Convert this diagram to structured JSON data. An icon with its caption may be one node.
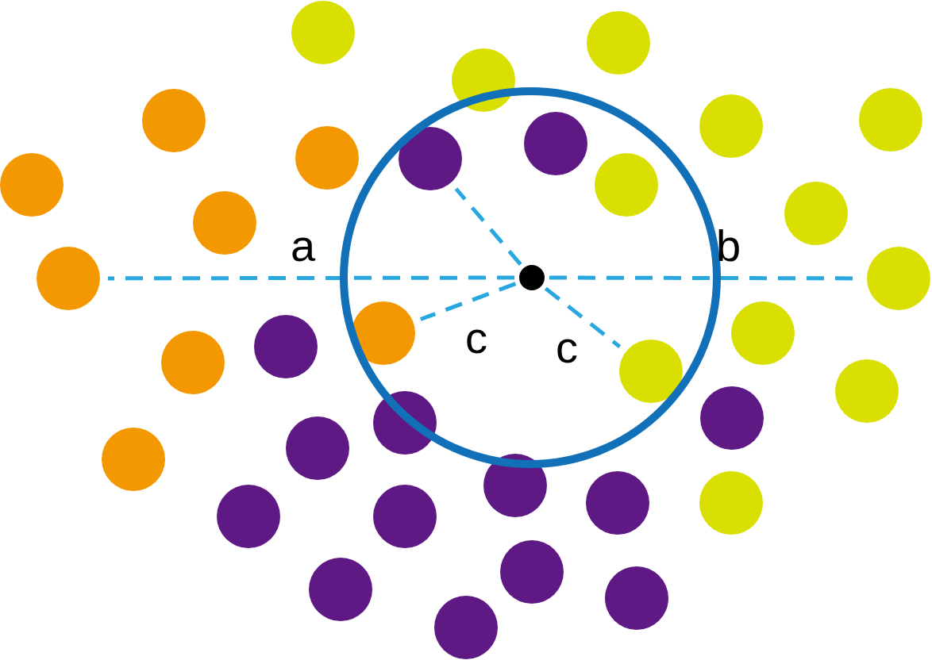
{
  "diagram": {
    "nodes": [
      {
        "text": [],
        "shape": "circle"
      },
      {
        "text": [],
        "shape": "circle"
      },
      {
        "text": [],
        "shape": "circle"
      },
      {
        "text": [],
        "shape": "circle"
      },
      {
        "text": [],
        "shape": "circle"
      },
      {
        "text": [],
        "shape": "circle"
      },
      {
        "text": [],
        "shape": "circle"
      },
      {
        "text": [],
        "shape": "circle"
      },
      {
        "text": [],
        "shape": "circle"
      },
      {
        "text": [],
        "shape": "circle"
      },
      {
        "text": [],
        "shape": "circle"
      },
      {
        "text": [],
        "shape": "circle"
      },
      {
        "text": [],
        "shape": "circle"
      },
      {
        "text": [],
        "shape": "circle"
      },
      {
        "text": [],
        "shape": "circle"
      },
      {
        "text": [],
        "shape": "circle"
      },
      {
        "text": [],
        "shape": "circle"
      },
      {
        "text": [],
        "shape": "circle"
      },
      {
        "text": [],
        "shape": "circle"
      },
      {
        "text": [],
        "shape": "circle"
      },
      {
        "text": [],
        "shape": "circle"
      },
      {
        "text": [],
        "shape": "circle"
      },
      {
        "text": [],
        "shape": "circle"
      },
      {
        "text": [],
        "shape": "circle"
      },
      {
        "text": [],
        "shape": "circle"
      },
      {
        "text": [],
        "shape": "circle"
      },
      {
        "text": [],
        "shape": "circle"
      },
      {
        "text": [],
        "shape": "circle"
      },
      {
        "text": [],
        "shape": "circle"
      },
      {
        "text": [],
        "shape": "circle"
      },
      {
        "text": [],
        "shape": "circle"
      },
      {
        "text": [],
        "shape": "circle"
      },
      {
        "text": [],
        "shape": "circle"
      },
      {
        "text": [],
        "shape": "circle"
      },
      {
        "text": [],
        "shape": "circle"
      }
    ],
    "edges": [
      {
        "from": 14,
        "to": 13,
        "arrow": "none",
        "style": "dashed",
        "label": "a"
      },
      {
        "from": 14,
        "to": 15,
        "arrow": "none",
        "style": "dashed",
        "label": "b"
      },
      {
        "from": 14,
        "to": 16,
        "arrow": "none",
        "style": "dashed",
        "label": "c"
      },
      {
        "from": 14,
        "to": 20,
        "arrow": "none",
        "style": "dashed",
        "label": "c"
      },
      {
        "from": 14,
        "to": 8,
        "arrow": "none",
        "style": "dashed"
      }
    ]
  }
}
